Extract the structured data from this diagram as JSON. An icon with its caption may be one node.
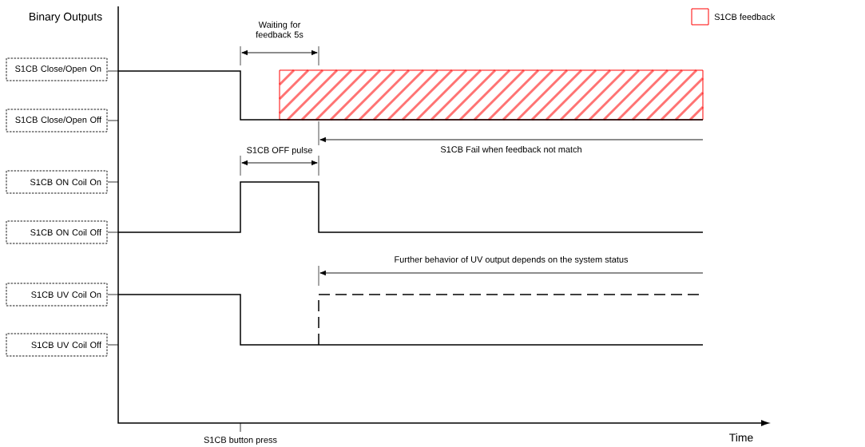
{
  "diagram": {
    "nodes": [
      {
        "text": [
          "S1CB Close/Open On"
        ]
      },
      {
        "text": [
          "S1CB Close/Open Off"
        ]
      },
      {
        "text": [
          "S1CB ON Coil On"
        ]
      },
      {
        "text": [
          "S1CB ON Coil Off"
        ]
      },
      {
        "text": [
          "S1CB UV Coil On"
        ]
      },
      {
        "text": [
          "S1CB UV Coil Off"
        ]
      }
    ],
    "labels": [
      "Binary Outputs",
      "Waiting for feedback 5s",
      "S1CB OFF pulse",
      "S1CB Fail when feedback not match",
      "Further behavior of UV output depends on the system status",
      "S1CB button press",
      "Time"
    ],
    "legend": [
      {
        "text": "S1CB feedback"
      }
    ]
  }
}
